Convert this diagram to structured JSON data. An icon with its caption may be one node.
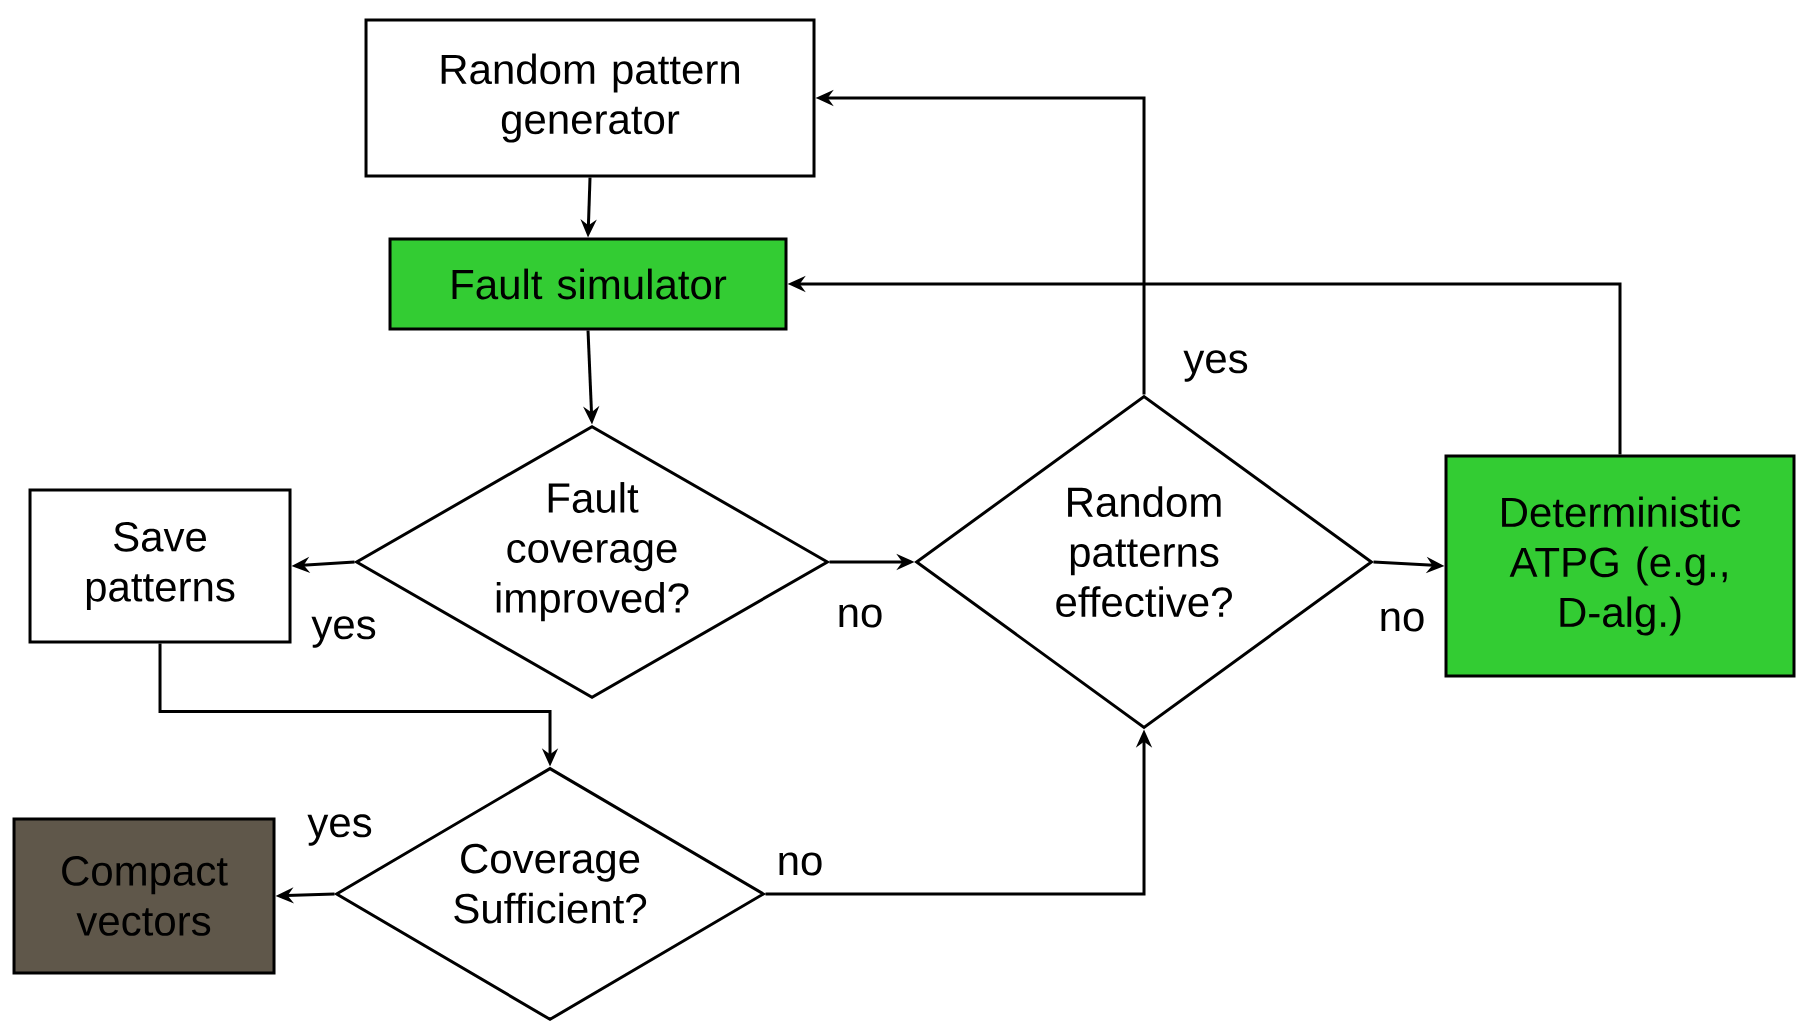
{
  "diagram": {
    "nodes": [
      {
        "text": [
          "Random pattern generator"
        ]
      },
      {
        "text": [
          "Fault simulator"
        ]
      },
      {
        "text": [
          "Fault coverage improved?"
        ]
      },
      {
        "text": [
          "Save patterns"
        ]
      },
      {
        "text": [
          "Random patterns effective?"
        ]
      },
      {
        "text": [
          "Deterministic ATPG (e.g., D-alg.)"
        ]
      },
      {
        "text": [
          "Coverage Sufficient?"
        ]
      },
      {
        "text": [
          "Compact vectors"
        ]
      }
    ],
    "edges": [
      {
        "from": 0,
        "to": 1,
        "arrow": "to"
      },
      {
        "from": 1,
        "to": 2,
        "arrow": "to"
      },
      {
        "from": 2,
        "to": 3,
        "arrow": "to",
        "label": "yes"
      },
      {
        "from": 2,
        "to": 4,
        "arrow": "to",
        "label": "no"
      },
      {
        "from": 4,
        "to": 0,
        "arrow": "to",
        "label": "yes"
      },
      {
        "from": 4,
        "to": 5,
        "arrow": "to",
        "label": "no"
      },
      {
        "from": 5,
        "to": 1,
        "arrow": "to"
      },
      {
        "from": 3,
        "to": 6,
        "arrow": "to"
      },
      {
        "from": 6,
        "to": 7,
        "arrow": "to",
        "label": "yes"
      },
      {
        "from": 6,
        "to": 4,
        "arrow": "to",
        "label": "no"
      }
    ]
  }
}
